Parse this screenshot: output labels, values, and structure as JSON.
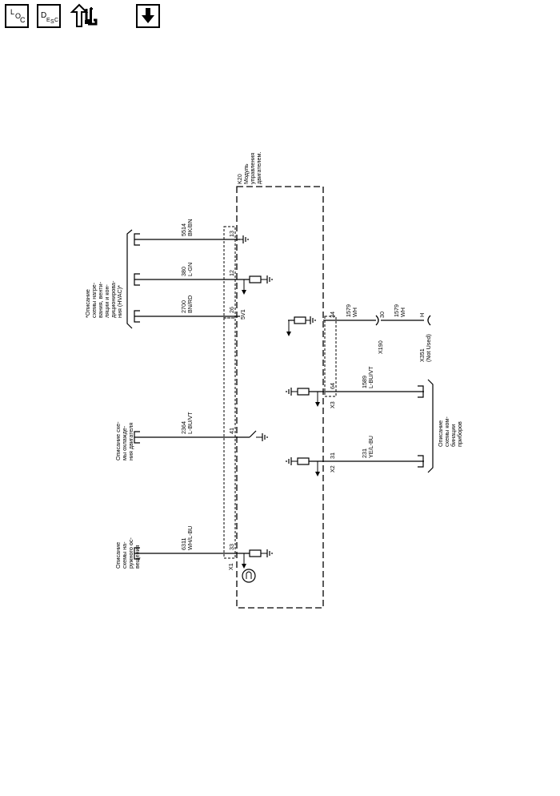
{
  "toolbar": {
    "loc_button": {
      "top": "L",
      "mid": "O",
      "bot": "C"
    },
    "desc_button": {
      "a": "D",
      "b": "E",
      "c": "S",
      "d": "C"
    },
    "icons": [
      "location-icon",
      "description-icon",
      "diagnostic-tools-icon",
      "download-icon"
    ]
  },
  "module": {
    "id": "K20",
    "lines": [
      "Модуль",
      "управления",
      "двигателем."
    ]
  },
  "refs": {
    "hvac": [
      "*Описание",
      "схемы нагре-",
      "вания, венти-",
      "ляции и кон-",
      "диционирова-",
      "ния (HVAC)*"
    ],
    "cooling": [
      "Описание схе-",
      "мы охлажде-",
      "ния двигателя"
    ],
    "exterior": [
      "Описание",
      "схемы на-",
      "ружного ос-",
      "вещения"
    ],
    "cluster": [
      "Описание",
      "схемы ком-",
      "бинации",
      "приборов"
    ]
  },
  "circuits": {
    "c5514": {
      "num": "5514",
      "color": "BK/BN",
      "pin": "13"
    },
    "c380": {
      "num": "380",
      "color": "L-GN",
      "pin": "12"
    },
    "c2700": {
      "num": "2700",
      "color": "BN/RD",
      "pin": "26"
    },
    "c2364": {
      "num": "2364",
      "color": "L-BU/VT",
      "pin": "41"
    },
    "c6311": {
      "num": "6311",
      "color": "WH/L-BU",
      "pin": "33"
    },
    "c1579a": {
      "num": "1579",
      "color": "WH",
      "pin": "34"
    },
    "c1579b": {
      "num": "1579",
      "color": "WH",
      "pin": "30"
    },
    "c1589": {
      "num": "1589",
      "color": "L-BU/VT",
      "pin": "64"
    },
    "c231": {
      "num": "231",
      "color": "YE/L-BU",
      "pin": "31"
    }
  },
  "connectors": {
    "x1": "X1",
    "x2": "X2",
    "x3": "X3",
    "x190": "X190",
    "x351": "X351",
    "x351_pin": "H",
    "not_used": "(Not Used)",
    "sv1": "5V1"
  }
}
